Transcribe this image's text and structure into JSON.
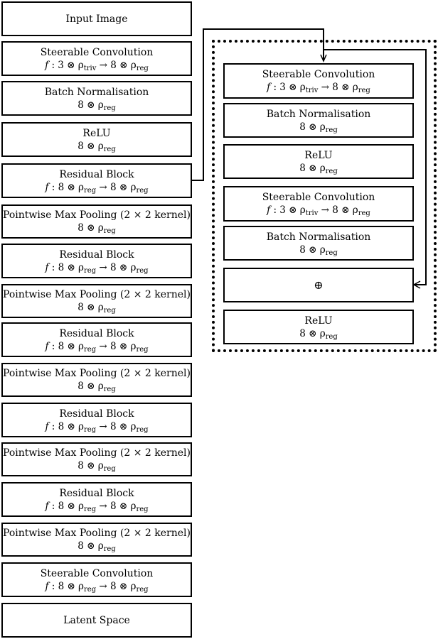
{
  "left_column": [
    {
      "line1": "Input Image"
    },
    {
      "line1": "Steerable Convolution",
      "f": "f",
      "rest": " : 3 ⊗ ρ",
      "sub1": "triv",
      "mid": " → 8 ⊗ ρ",
      "sub2": "reg"
    },
    {
      "line1": "Batch Normalisation",
      "rest": "8 ⊗ ρ",
      "sub2": "reg"
    },
    {
      "line1": "ReLU",
      "rest": "8 ⊗ ρ",
      "sub2": "reg"
    },
    {
      "line1": "Residual Block",
      "f": "f",
      "rest": " : 8 ⊗ ρ",
      "sub1": "reg",
      "mid": " → 8 ⊗ ρ",
      "sub2": "reg"
    },
    {
      "line1": "Pointwise Max Pooling (2 × 2 kernel)",
      "rest": "8 ⊗ ρ",
      "sub2": "reg"
    },
    {
      "line1": "Residual Block",
      "f": "f",
      "rest": " : 8 ⊗ ρ",
      "sub1": "reg",
      "mid": " → 8 ⊗ ρ",
      "sub2": "reg"
    },
    {
      "line1": "Pointwise Max Pooling (2 × 2 kernel)",
      "rest": "8 ⊗ ρ",
      "sub2": "reg"
    },
    {
      "line1": "Residual Block",
      "f": "f",
      "rest": " : 8 ⊗ ρ",
      "sub1": "reg",
      "mid": " → 8 ⊗ ρ",
      "sub2": "reg"
    },
    {
      "line1": "Pointwise Max Pooling (2 × 2 kernel)",
      "rest": "8 ⊗ ρ",
      "sub2": "reg"
    },
    {
      "line1": "Residual Block",
      "f": "f",
      "rest": " : 8 ⊗ ρ",
      "sub1": "reg",
      "mid": " → 8 ⊗ ρ",
      "sub2": "reg"
    },
    {
      "line1": "Pointwise Max Pooling (2 × 2 kernel)",
      "rest": "8 ⊗ ρ",
      "sub2": "reg"
    },
    {
      "line1": "Residual Block",
      "f": "f",
      "rest": " : 8 ⊗ ρ",
      "sub1": "reg",
      "mid": " → 8 ⊗ ρ",
      "sub2": "reg"
    },
    {
      "line1": "Pointwise Max Pooling (2 × 2 kernel)",
      "rest": "8 ⊗ ρ",
      "sub2": "reg"
    },
    {
      "line1": "Steerable Convolution",
      "f": "f",
      "rest": " : 8 ⊗ ρ",
      "sub1": "reg",
      "mid": " → 8 ⊗ ρ",
      "sub2": "reg"
    },
    {
      "line1": "Latent Space"
    }
  ],
  "residual_detail": [
    {
      "line1": "Steerable Convolution",
      "f": "f",
      "rest": " : 3 ⊗ ρ",
      "sub1": "triv",
      "mid": " → 8 ⊗ ρ",
      "sub2": "reg"
    },
    {
      "line1": "Batch Normalisation",
      "rest": "8 ⊗ ρ",
      "sub2": "reg"
    },
    {
      "line1": "ReLU",
      "rest": "8 ⊗ ρ",
      "sub2": "reg"
    },
    {
      "line1": "Steerable Convolution",
      "f": "f",
      "rest": " : 3 ⊗ ρ",
      "sub1": "triv",
      "mid": " → 8 ⊗ ρ",
      "sub2": "reg"
    },
    {
      "line1": "Batch Normalisation",
      "rest": "8 ⊗ ρ",
      "sub2": "reg"
    },
    {
      "line1": "⊕"
    },
    {
      "line1": "ReLU",
      "rest": "8 ⊗ ρ",
      "sub2": "reg"
    }
  ]
}
